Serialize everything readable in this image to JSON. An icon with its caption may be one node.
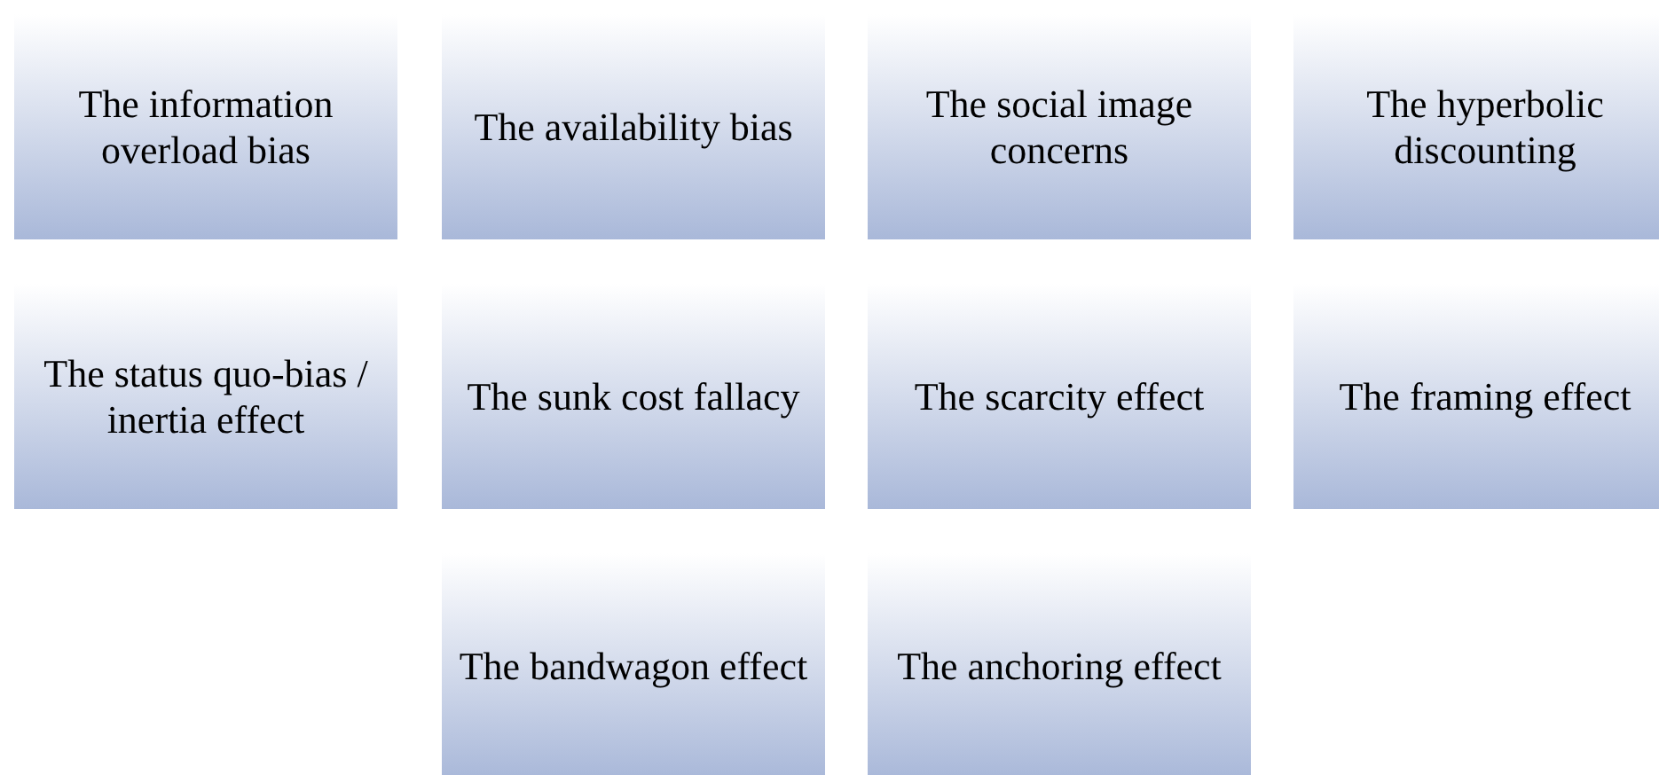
{
  "diagram": {
    "nodes": [
      {
        "text": [
          "The information overload bias"
        ]
      },
      {
        "text": [
          "The availability bias"
        ]
      },
      {
        "text": [
          "The social image concerns"
        ]
      },
      {
        "text": [
          "The hyperbolic discounting"
        ]
      },
      {
        "text": [
          "The status quo-bias / inertia effect"
        ]
      },
      {
        "text": [
          "The sunk cost fallacy"
        ]
      },
      {
        "text": [
          "The scarcity effect"
        ]
      },
      {
        "text": [
          "The framing effect"
        ]
      },
      {
        "text": [
          "The bandwagon effect"
        ]
      },
      {
        "text": [
          "The anchoring effect"
        ]
      }
    ]
  }
}
